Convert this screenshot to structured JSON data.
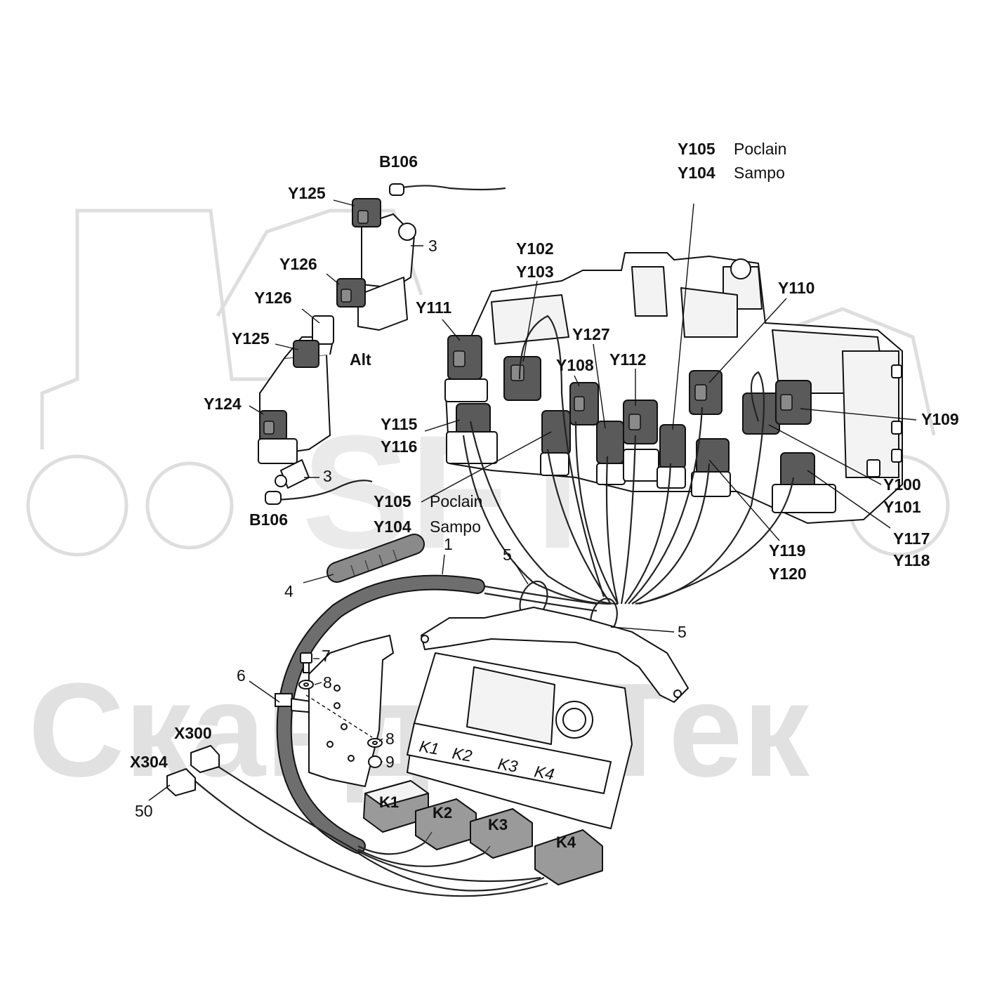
{
  "watermark": {
    "logo_text": "SFT",
    "brand_text": "СкандорТек"
  },
  "labels": {
    "b106_top": "B106",
    "b106_bottom": "B106",
    "y125_top": "Y125",
    "y126_top": "Y126",
    "y126_alt": "Y126",
    "y125_alt": "Y125",
    "y124": "Y124",
    "alt": "Alt",
    "three_top": "3",
    "three_bottom": "3",
    "y105_top_code": "Y105",
    "y105_top_name": "Poclain",
    "y104_top_code": "Y104",
    "y104_top_name": "Sampo",
    "y102": "Y102",
    "y103": "Y103",
    "y111": "Y111",
    "y127": "Y127",
    "y108": "Y108",
    "y112": "Y112",
    "y110": "Y110",
    "y109": "Y109",
    "y115": "Y115",
    "y116": "Y116",
    "y105_mid_code": "Y105",
    "y105_mid_name": "Poclain",
    "y104_mid_code": "Y104",
    "y104_mid_name": "Sampo",
    "y100": "Y100",
    "y101": "Y101",
    "y117": "Y117",
    "y118": "Y118",
    "y119": "Y119",
    "y120": "Y120",
    "one": "1",
    "four": "4",
    "five_top": "5",
    "five_right": "5",
    "six": "6",
    "seven": "7",
    "eight_top": "8",
    "eight_bottom": "8",
    "nine": "9",
    "x300": "X300",
    "x304": "X304",
    "fifty": "50"
  },
  "relays": [
    "K1",
    "K2",
    "K3",
    "K4"
  ],
  "board_marks": [
    "K1",
    "K2",
    "K3",
    "K4"
  ]
}
